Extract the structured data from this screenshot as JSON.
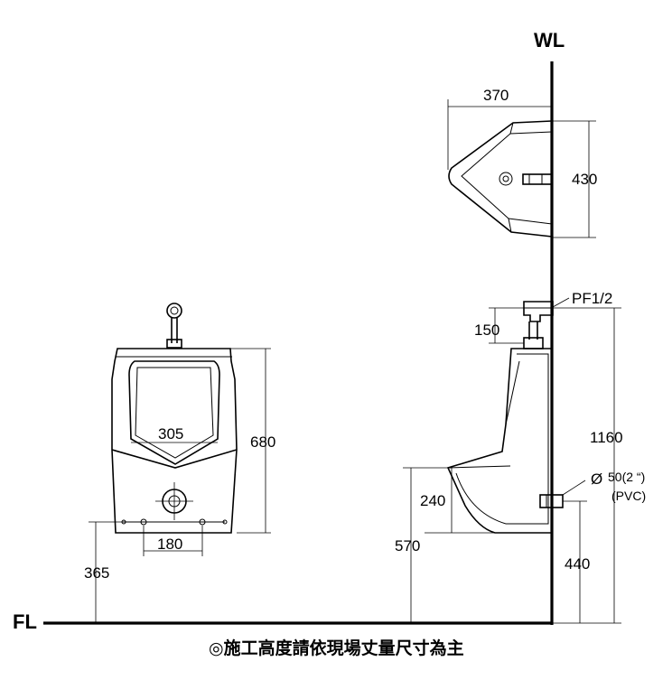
{
  "labels": {
    "wall": "WL",
    "floor": "FL",
    "valve": "PF1/2",
    "drain_size": "50(2 “)",
    "drain_material": "(PVC)",
    "diameter_symbol": "Ø",
    "note": "◎施工高度請依現場丈量尺寸為主"
  },
  "dimensions": {
    "top_depth": "370",
    "top_width": "430",
    "front_height": "680",
    "front_bowl_width": "305",
    "front_mount_width": "180",
    "front_mount_height": "365",
    "side_valve_offset": "150",
    "side_valve_height": "1160",
    "side_lip_height": "240",
    "side_lip_floor": "570",
    "side_drain_height": "440"
  }
}
